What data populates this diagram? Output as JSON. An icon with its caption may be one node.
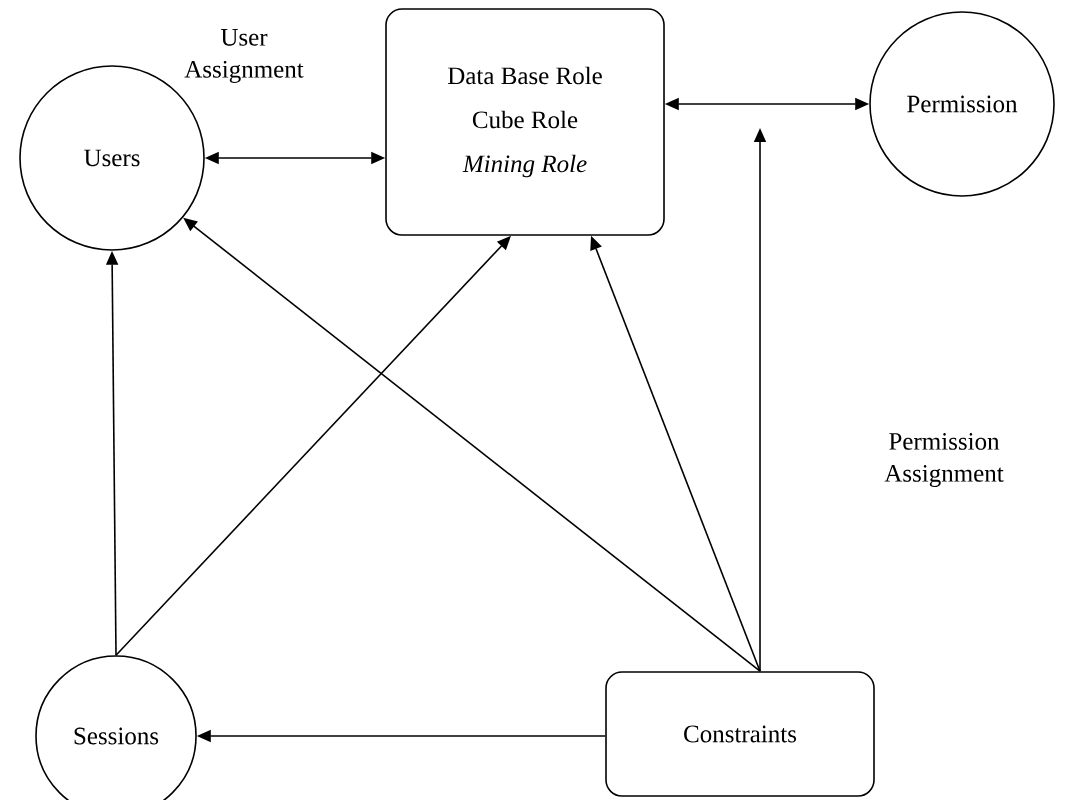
{
  "diagram": {
    "nodes": [
      {
        "text": [
          "Users"
        ]
      },
      {
        "text": [
          "Data Base Role",
          "Cube Role",
          "Mining Role"
        ]
      },
      {
        "text": [
          "Permission"
        ]
      },
      {
        "text": [
          "Sessions"
        ]
      },
      {
        "text": [
          "Constraints"
        ]
      }
    ],
    "edges": [
      {
        "from": 0,
        "to": 1,
        "arrow": "both"
      },
      {
        "from": 1,
        "to": 2,
        "arrow": "both"
      },
      {
        "from": 3,
        "to": 0,
        "arrow": "to"
      },
      {
        "from": 3,
        "to": 1,
        "arrow": "to"
      },
      {
        "from": 4,
        "to": 0,
        "arrow": "to"
      },
      {
        "from": 4,
        "to": 1,
        "arrow": "to"
      },
      {
        "from": 4,
        "to": null,
        "arrow": "to"
      },
      {
        "from": 4,
        "to": 3,
        "arrow": "to"
      }
    ],
    "labels": [
      "User Assignment",
      "Permission Assignment"
    ]
  }
}
